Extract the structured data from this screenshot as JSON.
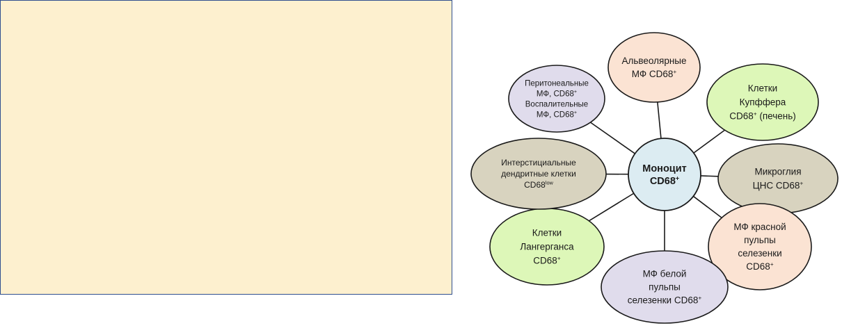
{
  "center": {
    "lines": [
      [
        {
          "t": "Моноцит"
        }
      ],
      [
        {
          "t": "CD68"
        },
        {
          "t": "+",
          "sup": true
        }
      ]
    ],
    "color": "#dcecf2"
  },
  "nodes": [
    {
      "id": "alveolar",
      "color": "#fbe3d3",
      "lines": [
        [
          {
            "t": "Альвеолярные"
          }
        ],
        [
          {
            "t": "МФ CD68"
          },
          {
            "t": "+",
            "sup": true
          }
        ]
      ]
    },
    {
      "id": "kupffer",
      "color": "#ddf7b8",
      "lines": [
        [
          {
            "t": "Клетки"
          }
        ],
        [
          {
            "t": "Купффера"
          }
        ],
        [
          {
            "t": "CD68"
          },
          {
            "t": "+",
            "sup": true
          },
          {
            "t": " (печень)"
          }
        ]
      ]
    },
    {
      "id": "microglia",
      "color": "#d8d3bf",
      "lines": [
        [
          {
            "t": "Микроглия"
          }
        ],
        [
          {
            "t": "ЦНС CD68"
          },
          {
            "t": "+",
            "sup": true
          }
        ]
      ]
    },
    {
      "id": "red-pulp",
      "color": "#fbe3d3",
      "lines": [
        [
          {
            "t": "МФ красной"
          }
        ],
        [
          {
            "t": "пульпы"
          }
        ],
        [
          {
            "t": "селезенки"
          }
        ],
        [
          {
            "t": "CD68"
          },
          {
            "t": "+",
            "sup": true
          }
        ]
      ]
    },
    {
      "id": "white-pulp",
      "color": "#e0dcec",
      "lines": [
        [
          {
            "t": "МФ белой"
          }
        ],
        [
          {
            "t": "пульпы"
          }
        ],
        [
          {
            "t": "селезенки CD68"
          },
          {
            "t": "+",
            "sup": true
          }
        ]
      ]
    },
    {
      "id": "langerhans",
      "color": "#ddf7b8",
      "lines": [
        [
          {
            "t": "Клетки"
          }
        ],
        [
          {
            "t": "Лангерганса"
          }
        ],
        [
          {
            "t": "CD68"
          },
          {
            "t": "+",
            "sup": true
          }
        ]
      ]
    },
    {
      "id": "interstitial-dc",
      "color": "#d8d3bf",
      "lines": [
        [
          {
            "t": "Интерстициальные"
          }
        ],
        [
          {
            "t": "дендритные  клетки"
          }
        ],
        [
          {
            "t": "CD68"
          },
          {
            "t": "low",
            "sup": true
          }
        ]
      ]
    },
    {
      "id": "peritoneal",
      "color": "#e0dcec",
      "lines": [
        [
          {
            "t": "Перитонеальные"
          }
        ],
        [
          {
            "t": "МФ, CD68"
          },
          {
            "t": "+",
            "sup": true
          }
        ],
        [
          {
            "t": "Воспалительные"
          }
        ],
        [
          {
            "t": "МФ, CD68"
          },
          {
            "t": "+",
            "sup": true
          }
        ]
      ]
    }
  ]
}
